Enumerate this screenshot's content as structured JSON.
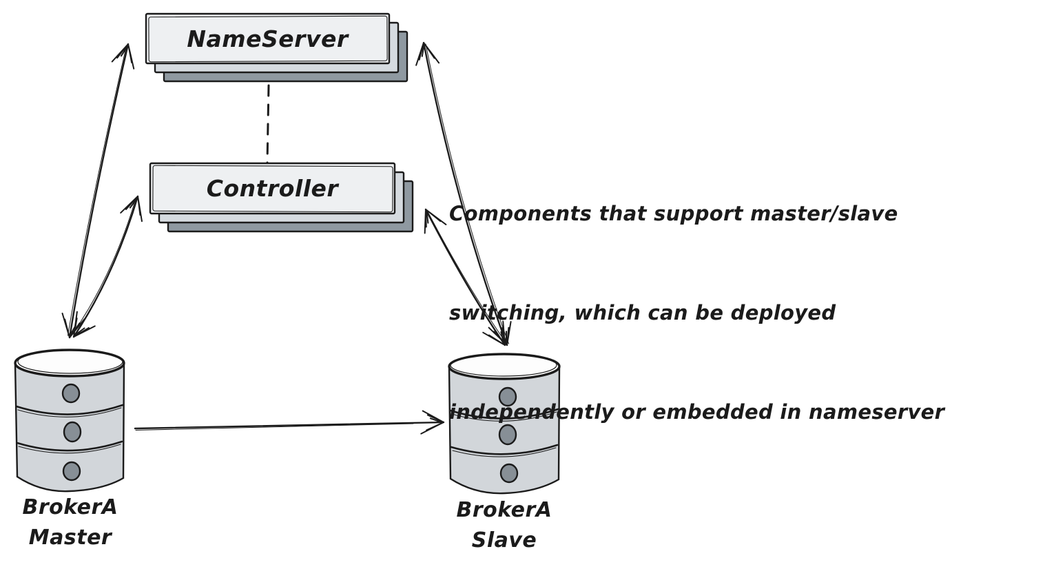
{
  "nodes": {
    "nameserver": {
      "label": "NameServer",
      "shape": "stacked-cards"
    },
    "controller": {
      "label": "Controller",
      "shape": "stacked-cards"
    },
    "broker_master": {
      "label_line1": "BrokerA",
      "label_line2": "Master",
      "shape": "database-cylinder"
    },
    "broker_slave": {
      "label_line1": "BrokerA",
      "label_line2": "Slave",
      "shape": "database-cylinder"
    }
  },
  "annotation": {
    "line1": "Components that support master/slave",
    "line2": "switching, which can be deployed",
    "line3": "independently or embedded in nameserver"
  },
  "edges": [
    {
      "from": "broker_master",
      "to": "nameserver",
      "style": "double-headed-arrow"
    },
    {
      "from": "broker_master",
      "to": "controller",
      "style": "double-headed-arrow"
    },
    {
      "from": "broker_slave",
      "to": "nameserver",
      "style": "double-headed-arrow"
    },
    {
      "from": "broker_slave",
      "to": "controller",
      "style": "double-headed-arrow"
    },
    {
      "from": "nameserver",
      "to": "controller",
      "style": "dashed-line"
    },
    {
      "from": "broker_master",
      "to": "broker_slave",
      "style": "arrow"
    }
  ],
  "colors": {
    "background": "#ffffff",
    "ink": "#1b1b1b",
    "card_front": "#eef0f2",
    "card_mid": "#d6dbe0",
    "card_back": "#8f99a1",
    "cylinder_body": "#d2d6da",
    "cylinder_top": "#fdfdfd",
    "cylinder_dot": "#878f96"
  }
}
